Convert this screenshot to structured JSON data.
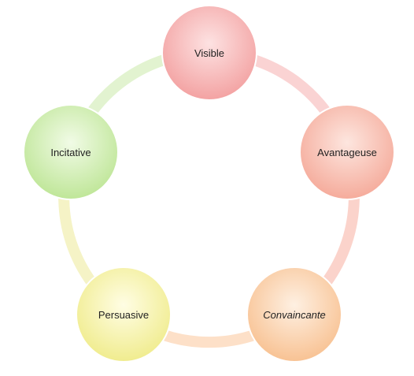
{
  "diagram": {
    "type": "cycle",
    "nodes": [
      {
        "id": "visible",
        "label": "Visible",
        "italic": false,
        "color": "#f6a9a9"
      },
      {
        "id": "avantageuse",
        "label": "Avantageuse",
        "italic": false,
        "color": "#f8b3a6"
      },
      {
        "id": "convaincante",
        "label": "Convaincante",
        "italic": true,
        "color": "#f9caa0"
      },
      {
        "id": "persuasive",
        "label": "Persuasive",
        "italic": false,
        "color": "#f5f19c"
      },
      {
        "id": "incitative",
        "label": "Incitative",
        "italic": false,
        "color": "#c8eda5"
      }
    ],
    "ring_colors": [
      "#f9d5d5",
      "#fad6cf",
      "#fde0cc",
      "#f6f4c8",
      "#e3f3d2"
    ]
  }
}
